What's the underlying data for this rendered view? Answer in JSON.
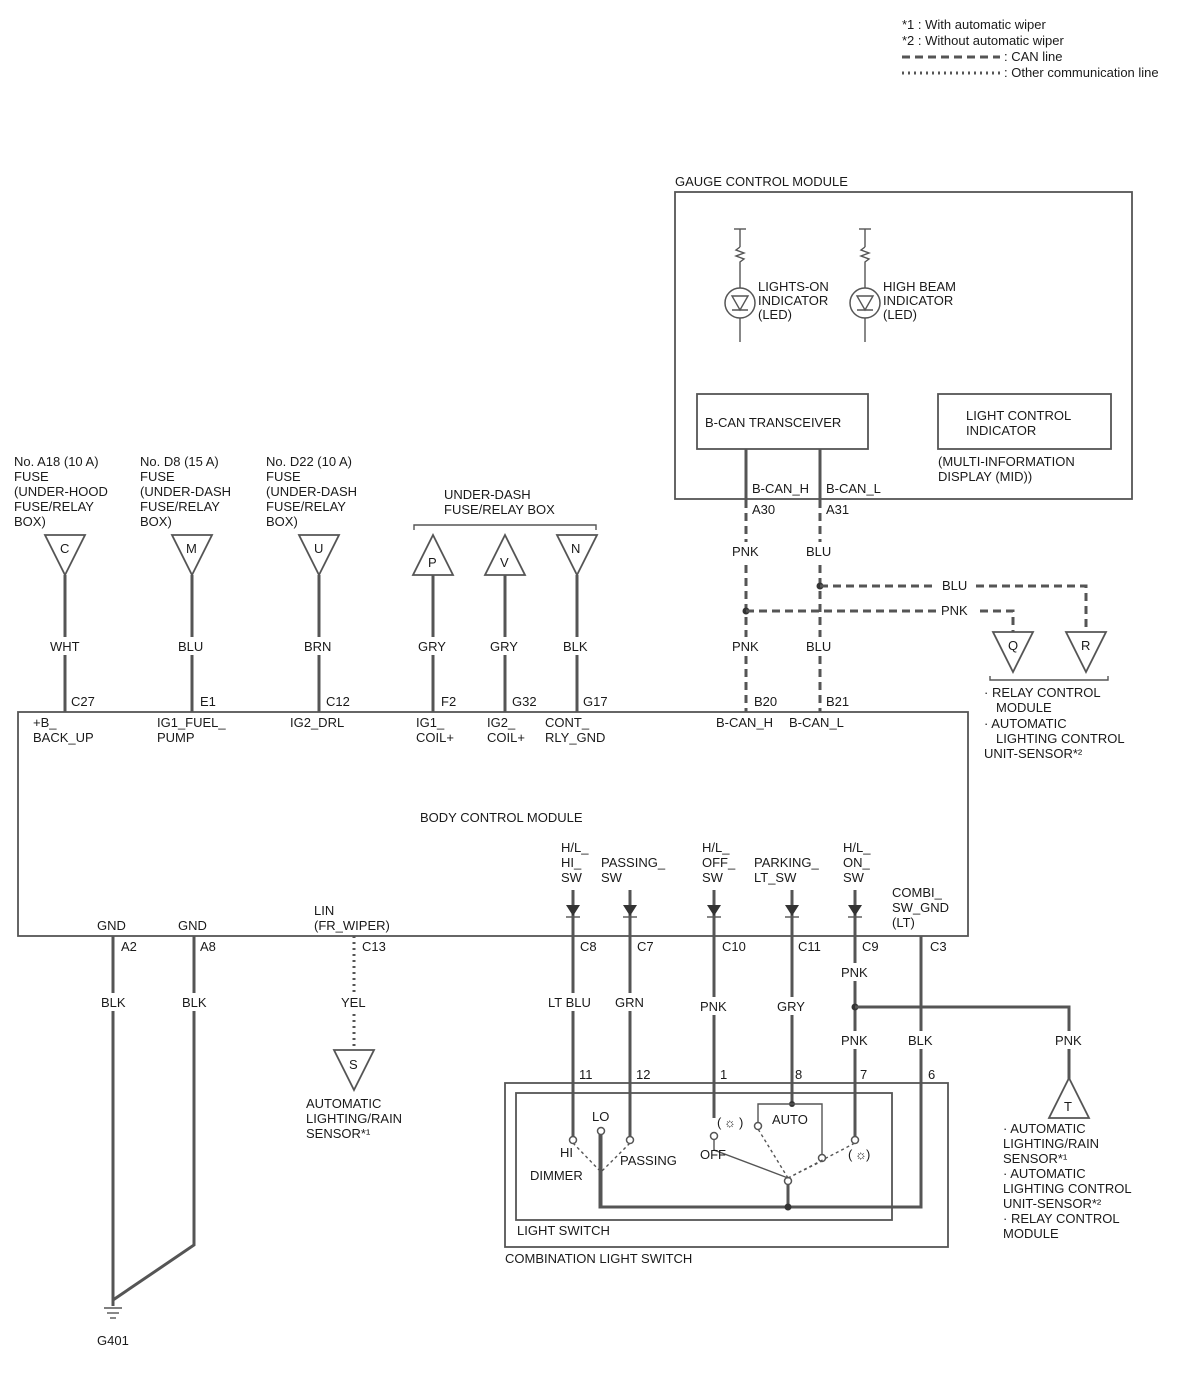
{
  "legend": {
    "note1": "*1 : With automatic wiper",
    "note2": "*2 : Without automatic wiper",
    "can_line": ": CAN line",
    "other_line": ": Other communication line"
  },
  "gauge": {
    "title": "GAUGE CONTROL MODULE",
    "lights_on": [
      "LIGHTS-ON",
      "INDICATOR",
      "(LED)"
    ],
    "high_beam": [
      "HIGH BEAM",
      "INDICATOR",
      "(LED)"
    ],
    "transceiver": "B-CAN TRANSCEIVER",
    "light_control": [
      "LIGHT CONTROL",
      "INDICATOR"
    ],
    "mid": [
      "(MULTI-INFORMATION",
      "DISPLAY (MID))"
    ],
    "can_h": "B-CAN_H",
    "can_l": "B-CAN_L",
    "a30": "A30",
    "a31": "A31"
  },
  "fuses": [
    {
      "title": [
        "No. A18 (10 A)",
        "FUSE",
        "(UNDER-HOOD",
        "FUSE/RELAY",
        "BOX)"
      ],
      "letter": "C",
      "wire": "WHT",
      "pin": "C27",
      "signal": [
        "+B_",
        "BACK_UP"
      ]
    },
    {
      "title": [
        "No. D8 (15 A)",
        "FUSE",
        "(UNDER-DASH",
        "FUSE/RELAY",
        "BOX)"
      ],
      "letter": "M",
      "wire": "BLU",
      "pin": "E1",
      "signal": [
        "IG1_FUEL_",
        "PUMP"
      ]
    },
    {
      "title": [
        "No. D22 (10 A)",
        "FUSE",
        "(UNDER-DASH",
        "FUSE/RELAY",
        "BOX)"
      ],
      "letter": "U",
      "wire": "BRN",
      "pin": "C12",
      "signal": [
        "IG2_DRL"
      ]
    }
  ],
  "relay_box": {
    "title": [
      "UNDER-DASH",
      "FUSE/RELAY BOX"
    ],
    "items": [
      {
        "letter": "P",
        "wire": "GRY",
        "pin": "F2",
        "signal": [
          "IG1_",
          "COIL+"
        ]
      },
      {
        "letter": "V",
        "wire": "GRY",
        "pin": "G32",
        "signal": [
          "IG2_",
          "COIL+"
        ]
      },
      {
        "letter": "N",
        "wire": "BLK",
        "pin": "G17",
        "signal": [
          "CONT_",
          "RLY_GND"
        ]
      }
    ]
  },
  "can_wires": {
    "pnk": "PNK",
    "blu": "BLU",
    "b20": "B20",
    "b21": "B21",
    "q": "Q",
    "r": "R",
    "qr_labels": [
      "· RELAY CONTROL",
      "MODULE",
      "· AUTOMATIC",
      "LIGHTING CONTROL",
      "UNIT-SENSOR*²"
    ]
  },
  "bcm": {
    "title": "BODY CONTROL MODULE",
    "can_h": "B-CAN_H",
    "can_l": "B-CAN_L",
    "gnd1": "GND",
    "gnd2": "GND",
    "a2": "A2",
    "a8": "A8",
    "lin": [
      "LIN",
      "(FR_WIPER)"
    ],
    "c13": "C13",
    "switches": [
      {
        "name": [
          "H/L_",
          "HI_",
          "SW"
        ],
        "pin": "C8",
        "wire": "LT BLU",
        "cpin": "11"
      },
      {
        "name": [
          "PASSING_",
          "SW"
        ],
        "pin": "C7",
        "wire": "GRN",
        "cpin": "12"
      },
      {
        "name": [
          "H/L_",
          "OFF_",
          "SW"
        ],
        "pin": "C10",
        "wire": "PNK",
        "cpin": "1"
      },
      {
        "name": [
          "PARKING_",
          "LT_SW"
        ],
        "pin": "C11",
        "wire": "GRY",
        "cpin": "8"
      },
      {
        "name": [
          "H/L_",
          "ON_",
          "SW"
        ],
        "pin": "C9",
        "wire": "PNK",
        "cpin": "7"
      }
    ],
    "combi_gnd": [
      "COMBI_",
      "SW_GND",
      "(LT)"
    ],
    "c3": "C3"
  },
  "lower": {
    "blk1": "BLK",
    "blk2": "BLK",
    "g401": "G401",
    "yel": "YEL",
    "s": "S",
    "s_label": [
      "AUTOMATIC",
      "LIGHTING/RAIN",
      "SENSOR*¹"
    ],
    "pnk_c9_lower": "PNK",
    "pnk_7": "PNK",
    "pnk_t": "PNK",
    "blk_6": "BLK",
    "pin6": "6",
    "t": "T",
    "t_labels": [
      "· AUTOMATIC",
      "LIGHTING/RAIN",
      "SENSOR*¹",
      "· AUTOMATIC",
      "LIGHTING CONTROL",
      "UNIT-SENSOR*²",
      "· RELAY CONTROL",
      "MODULE"
    ]
  },
  "switch": {
    "lo": "LO",
    "hi": "HI",
    "dimmer": "DIMMER",
    "passing": "PASSING",
    "off": "OFF",
    "auto": "AUTO",
    "light_switch": "LIGHT SWITCH",
    "combination": "COMBINATION LIGHT SWITCH"
  }
}
